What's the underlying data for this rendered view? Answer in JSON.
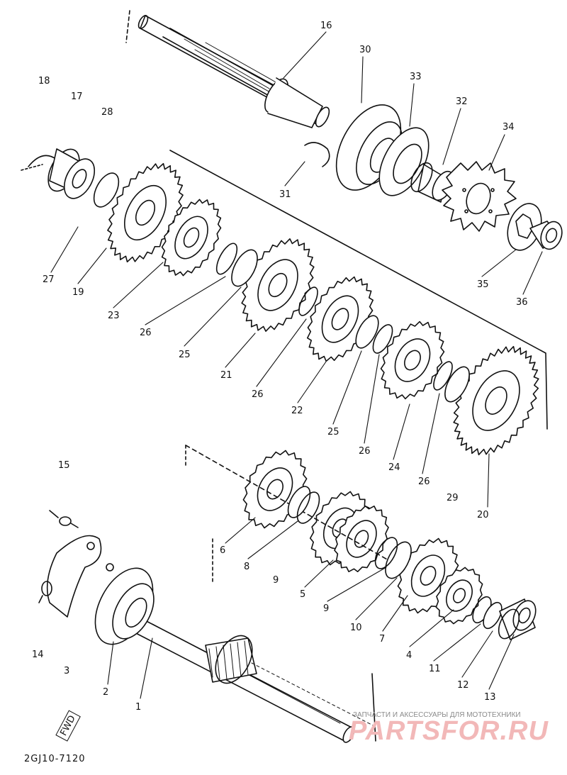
{
  "diagram": {
    "drawing_code": "2GJ10-7120",
    "direction_mark": "FWD",
    "watermark": {
      "caption": "ЗАПЧАСТИ И АКСЕССУАРЫ ДЛЯ МОТОТЕХНИКИ",
      "brand": "PARTSFOR.RU"
    },
    "colors": {
      "ink": "#111111",
      "watermark": "#f2b8b8"
    },
    "callouts": [
      {
        "id": "c1",
        "text": "1"
      },
      {
        "id": "c2",
        "text": "2"
      },
      {
        "id": "c3",
        "text": "3"
      },
      {
        "id": "c4",
        "text": "4"
      },
      {
        "id": "c5",
        "text": "5"
      },
      {
        "id": "c6",
        "text": "6"
      },
      {
        "id": "c7",
        "text": "7"
      },
      {
        "id": "c8",
        "text": "8"
      },
      {
        "id": "c9a",
        "text": "9"
      },
      {
        "id": "c9b",
        "text": "9"
      },
      {
        "id": "c10",
        "text": "10"
      },
      {
        "id": "c11",
        "text": "11"
      },
      {
        "id": "c12",
        "text": "12"
      },
      {
        "id": "c13",
        "text": "13"
      },
      {
        "id": "c14",
        "text": "14"
      },
      {
        "id": "c15",
        "text": "15"
      },
      {
        "id": "c16",
        "text": "16"
      },
      {
        "id": "c17",
        "text": "17"
      },
      {
        "id": "c18",
        "text": "18"
      },
      {
        "id": "c19",
        "text": "19"
      },
      {
        "id": "c20",
        "text": "20"
      },
      {
        "id": "c21",
        "text": "21"
      },
      {
        "id": "c22",
        "text": "22"
      },
      {
        "id": "c23",
        "text": "23"
      },
      {
        "id": "c24",
        "text": "24"
      },
      {
        "id": "c25a",
        "text": "25"
      },
      {
        "id": "c25b",
        "text": "25"
      },
      {
        "id": "c26a",
        "text": "26"
      },
      {
        "id": "c26b",
        "text": "26"
      },
      {
        "id": "c26c",
        "text": "26"
      },
      {
        "id": "c26d",
        "text": "26"
      },
      {
        "id": "c27",
        "text": "27"
      },
      {
        "id": "c28",
        "text": "28"
      },
      {
        "id": "c29",
        "text": "29"
      },
      {
        "id": "c30",
        "text": "30"
      },
      {
        "id": "c31",
        "text": "31"
      },
      {
        "id": "c32",
        "text": "32"
      },
      {
        "id": "c33",
        "text": "33"
      },
      {
        "id": "c34",
        "text": "34"
      },
      {
        "id": "c35",
        "text": "35"
      },
      {
        "id": "c36",
        "text": "36"
      }
    ]
  }
}
